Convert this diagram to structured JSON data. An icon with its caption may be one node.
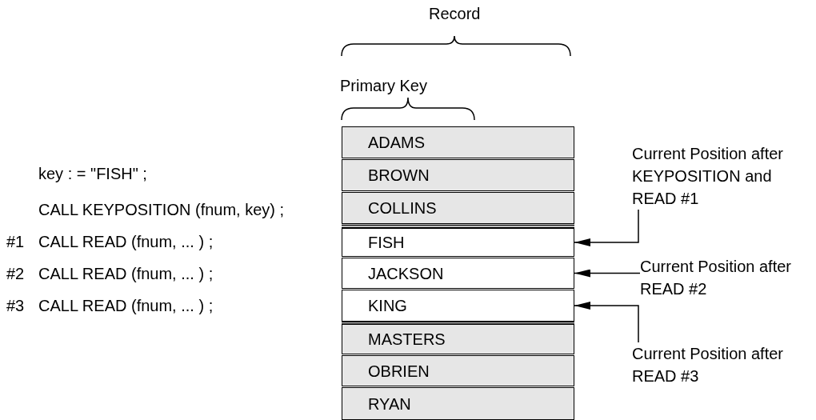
{
  "diagram": {
    "nodes": [
      {
        "text": [
          "ADAMS"
        ]
      },
      {
        "text": [
          "BROWN"
        ]
      },
      {
        "text": [
          "COLLINS"
        ]
      },
      {
        "text": [
          "FISH"
        ]
      },
      {
        "text": [
          "JACKSON"
        ]
      },
      {
        "text": [
          "KING"
        ]
      },
      {
        "text": [
          "MASTERS"
        ]
      },
      {
        "text": [
          "OBRIEN"
        ]
      },
      {
        "text": [
          "RYAN"
        ]
      },
      {
        "text": [
          "Current Position after KEYPOSITION and READ #1"
        ]
      },
      {
        "text": [
          "Current Position after READ #2"
        ]
      },
      {
        "text": [
          "Current Position after READ #3"
        ]
      }
    ],
    "edges": [
      {
        "from": 9,
        "to": 3,
        "arrow": "to"
      },
      {
        "from": 10,
        "to": 4,
        "arrow": "to"
      },
      {
        "from": 11,
        "to": 5,
        "arrow": "to"
      }
    ],
    "labels": [
      "Record",
      "Primary Key",
      "key : = \"FISH\" ;",
      "CALL KEYPOSITION (fnum, key) ;",
      "#1",
      "CALL READ (fnum, ... ) ;",
      "#2",
      "CALL READ (fnum, ... ) ;",
      "#3",
      "CALL READ (fnum, ... ) ;"
    ]
  }
}
